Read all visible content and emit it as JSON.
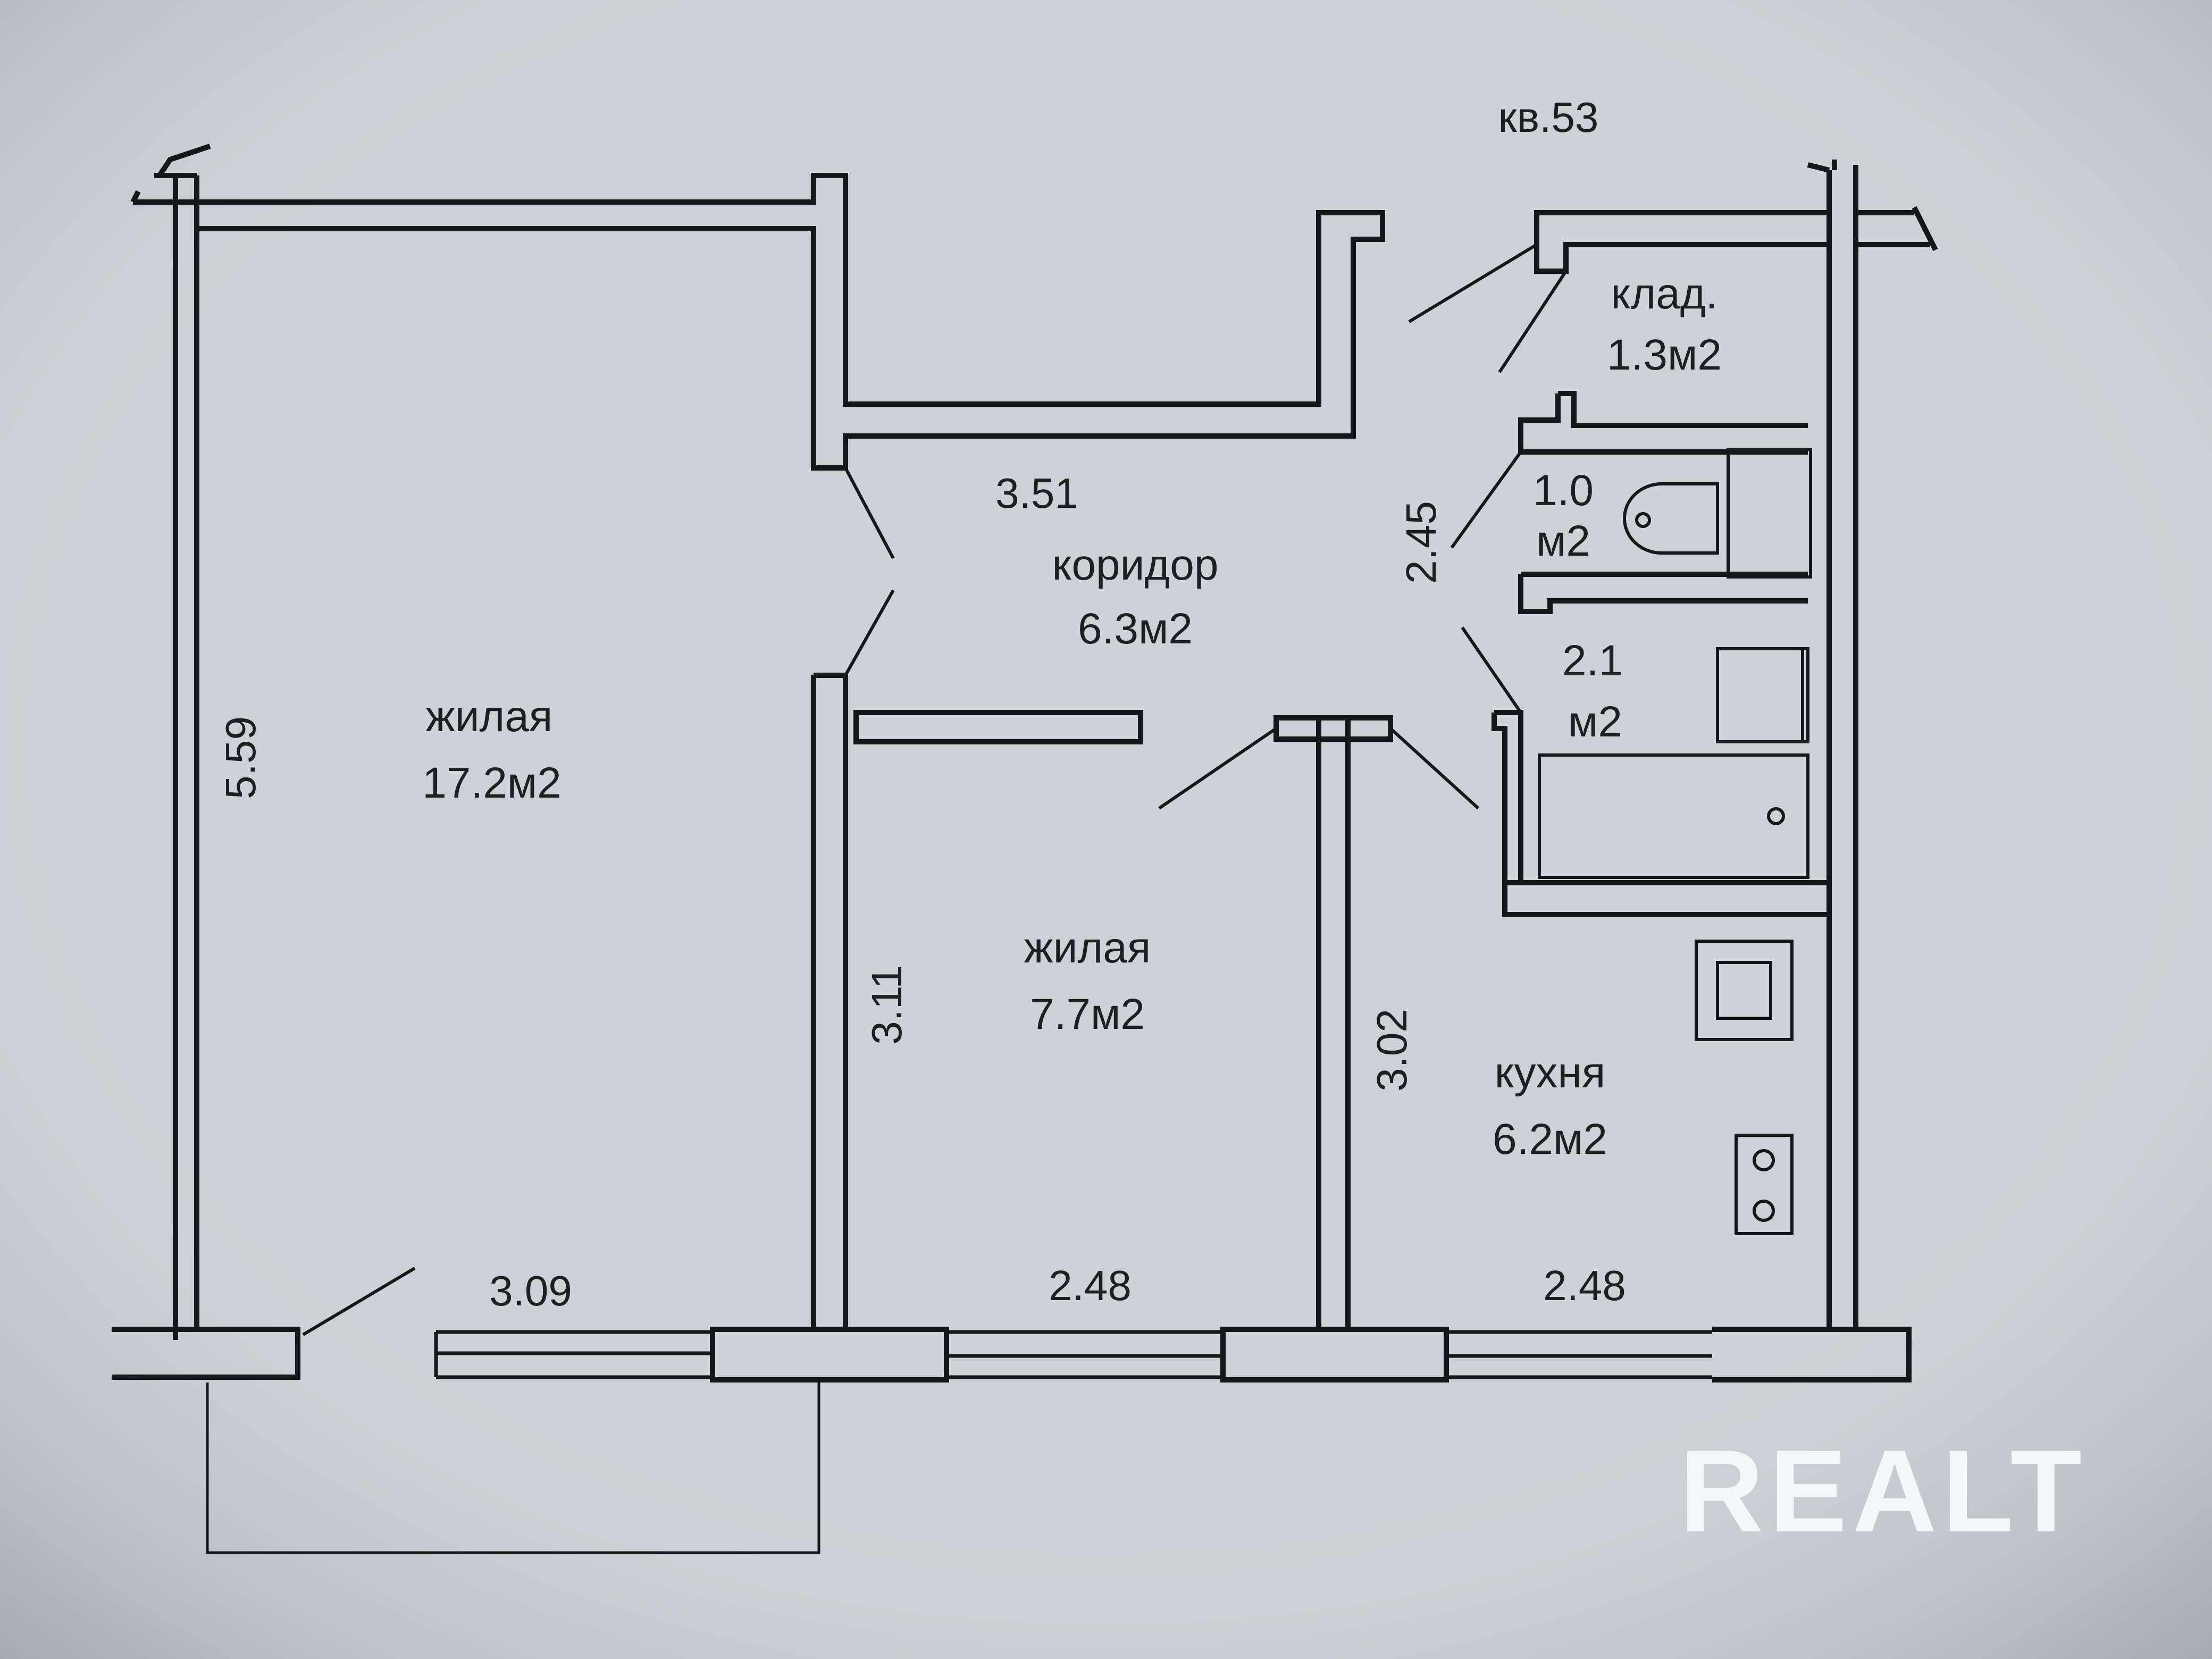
{
  "apartment_label": "кв.53",
  "rooms": {
    "living_large": {
      "name": "жилая",
      "area": "17.2м2"
    },
    "corridor": {
      "name": "коридор",
      "area": "6.3м2"
    },
    "living_small": {
      "name": "жилая",
      "area": "7.7м2"
    },
    "kitchen": {
      "name": "кухня",
      "area": "6.2м2"
    },
    "storage": {
      "name": "клад.",
      "area": "1.3м2"
    },
    "toilet": {
      "area_value": "1.0",
      "area_unit": "м2"
    },
    "bathroom": {
      "area_value": "2.1",
      "area_unit": "м2"
    }
  },
  "dimensions": {
    "living_large_height": "5.59",
    "living_large_width": "3.09",
    "corridor_width": "3.51",
    "corridor_height": "2.45",
    "living_small_height": "3.11",
    "living_small_width": "2.48",
    "kitchen_height": "3.02",
    "kitchen_width": "2.48"
  },
  "watermark": "REALT",
  "colors": {
    "paper": "#c9cfd3",
    "ink": "#15171a",
    "watermark": "#f4f6f7"
  }
}
